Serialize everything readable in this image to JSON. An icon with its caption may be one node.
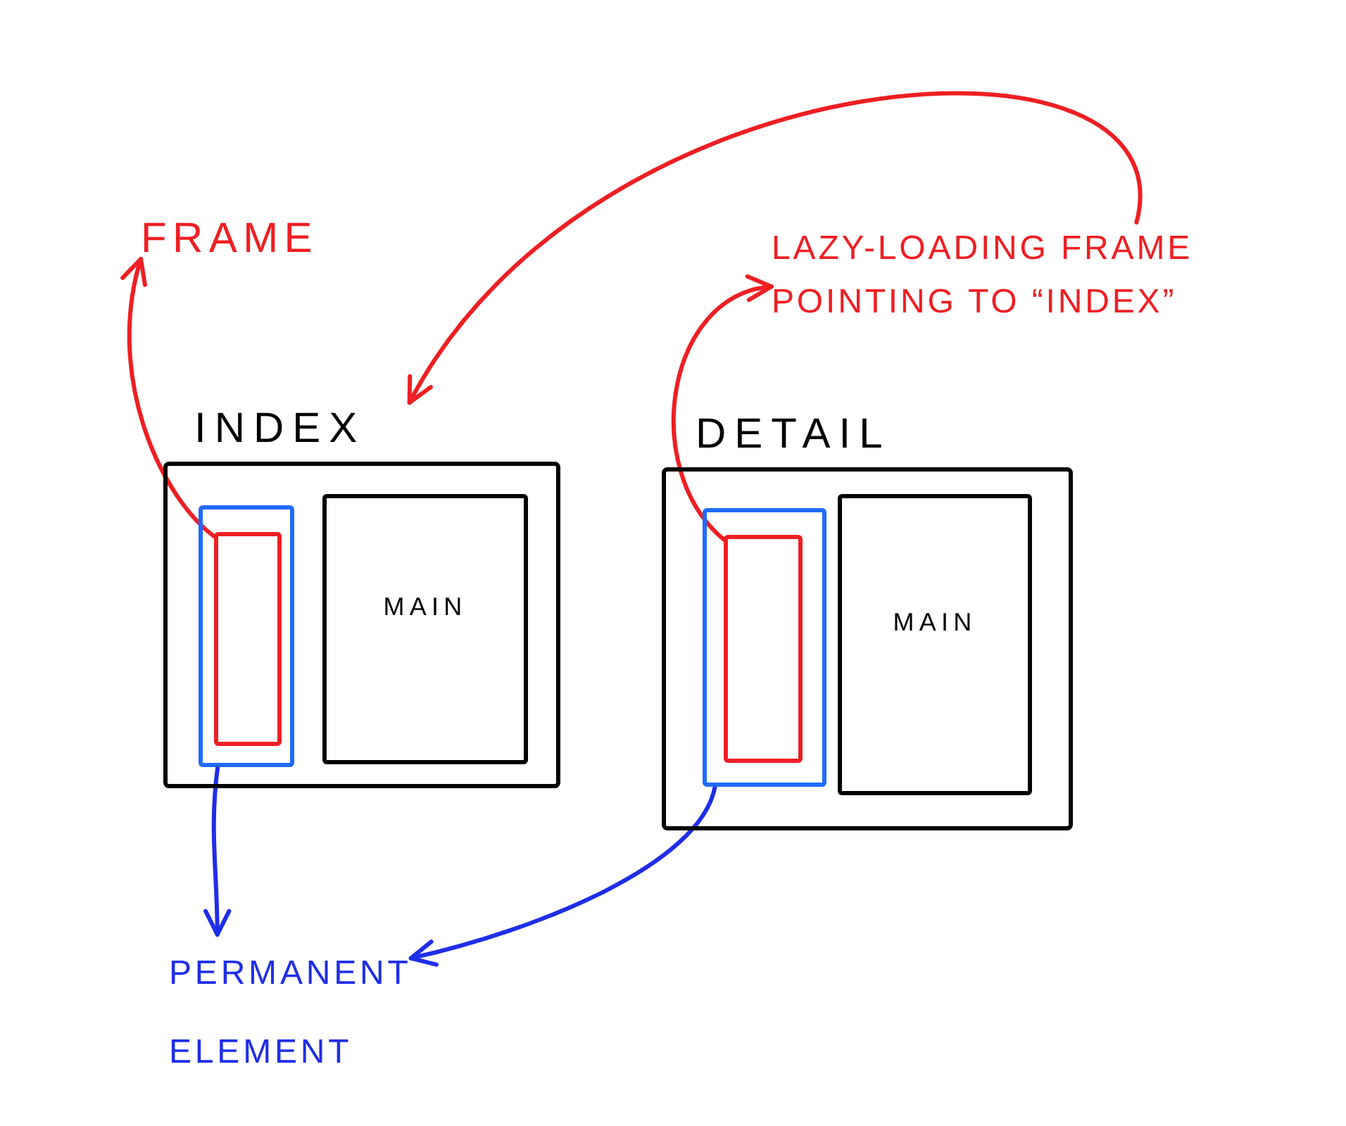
{
  "diagram": {
    "nodes": [
      {
        "text": [
          "FRAME"
        ]
      },
      {
        "text": [
          "LAZY-LOADING FRAME POINTING TO “INDEX”"
        ]
      },
      {
        "text": [
          "INDEX"
        ]
      },
      {
        "text": [],
        "shape": "box",
        "in": 2
      },
      {
        "text": [],
        "shape": "box",
        "in": 3
      },
      {
        "text": [
          "MAIN"
        ],
        "in": 2
      },
      {
        "text": [
          "DETAIL"
        ]
      },
      {
        "text": [],
        "shape": "box",
        "in": 6
      },
      {
        "text": [],
        "shape": "box",
        "in": 7
      },
      {
        "text": [
          "MAIN"
        ],
        "in": 6
      },
      {
        "text": [
          "PERMANENT ELEMENT"
        ]
      }
    ],
    "edges": [
      {
        "from": 4,
        "to": 0,
        "arrow": "to"
      },
      {
        "from": 1,
        "to": 2,
        "arrow": "to"
      },
      {
        "from": 8,
        "to": 1,
        "arrow": "to"
      },
      {
        "from": 3,
        "to": 10,
        "arrow": "to",
        "color": "#1f2ee8"
      },
      {
        "from": 7,
        "to": 10,
        "arrow": "to",
        "color": "#1f2ee8"
      }
    ]
  }
}
